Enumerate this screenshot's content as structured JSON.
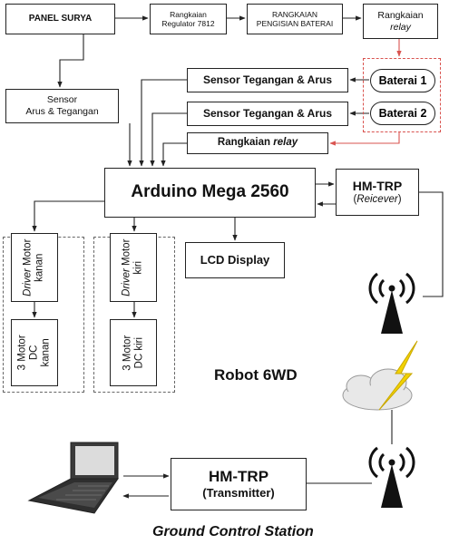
{
  "blocks": {
    "panel_surya": "PANEL SURYA",
    "regulator_line1": "Rangkaian",
    "regulator_line2": "Regulator 7812",
    "pengisian_line1": "RANGKAIAN",
    "pengisian_line2": "PENGISIAN BATERAI",
    "relay_top_line1": "Rangkaian",
    "relay_top_line2": "relay",
    "sensor_left_line1": "Sensor",
    "sensor_left_line2": "Arus & Tegangan",
    "sensor1": "Sensor Tegangan & Arus",
    "sensor2": "Sensor Tegangan & Arus",
    "baterai1": "Baterai 1",
    "baterai2": "Baterai 2",
    "relay_mid_prefix": "Rangkaian ",
    "relay_mid_italic": "relay",
    "arduino": "Arduino Mega 2560",
    "hmtrp_robot_title": "HM-TRP",
    "hmtrp_robot_sub": "Reicever",
    "lcd": "LCD Display",
    "driver_kanan_italic": "Driver",
    "driver_kanan_rest": "Motor",
    "driver_kanan_line2": "kanan",
    "driver_kiri_italic": "Driver",
    "driver_kiri_rest": "Motor",
    "driver_kiri_line2": "kiri",
    "motor_kanan_line1": "3 Motor",
    "motor_kanan_line2": "DC",
    "motor_kanan_line3": "kanan",
    "motor_kiri_line1": "3 Motor",
    "motor_kiri_line2": "DC kiri",
    "robot_label": "Robot 6WD",
    "hmtrp_gcs_title": "HM-TRP",
    "hmtrp_gcs_sub": "(Transmitter)",
    "gcs_label": "Ground Control Station"
  },
  "colors": {
    "relay_group_border": "#d9534f",
    "line": "#222222",
    "antenna": "#111111",
    "bolt": "#f2d200",
    "cloud": "#e8e8e8"
  },
  "icons": [
    "laptop-icon",
    "antenna-icon",
    "cloud-lightning-icon"
  ]
}
